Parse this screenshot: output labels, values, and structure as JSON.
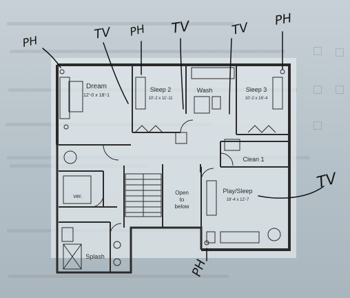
{
  "rooms": {
    "owners": {
      "name": "Dream",
      "size": "12'-0 x 18'-1"
    },
    "sleep2": {
      "name": "Sleep 2",
      "size": "10'-2 x 11'-11"
    },
    "wash": {
      "name": "Wash"
    },
    "sleep3": {
      "name": "Sleep 3",
      "size": "10'-2 x 16'-4"
    },
    "clean": {
      "name": "Clean 1"
    },
    "play": {
      "name": "Play/Sleep",
      "size": "18'-4 x 12'-7"
    },
    "open": {
      "line1": "Open",
      "line2": "to",
      "line3": "below"
    },
    "ver": {
      "name": "ver."
    },
    "splash": {
      "name": "Splash"
    }
  },
  "annotations": {
    "ph_top_left": "PH",
    "tv_top_1": "TV",
    "ph_top_2": "PH",
    "tv_top_2": "TV",
    "tv_top_3": "TV",
    "ph_top_right": "PH",
    "tv_right": "TV",
    "ph_bottom": "PH"
  },
  "colors": {
    "ink": "#141414",
    "plan": "#2b2b2b",
    "paper": "#e6ecef"
  }
}
